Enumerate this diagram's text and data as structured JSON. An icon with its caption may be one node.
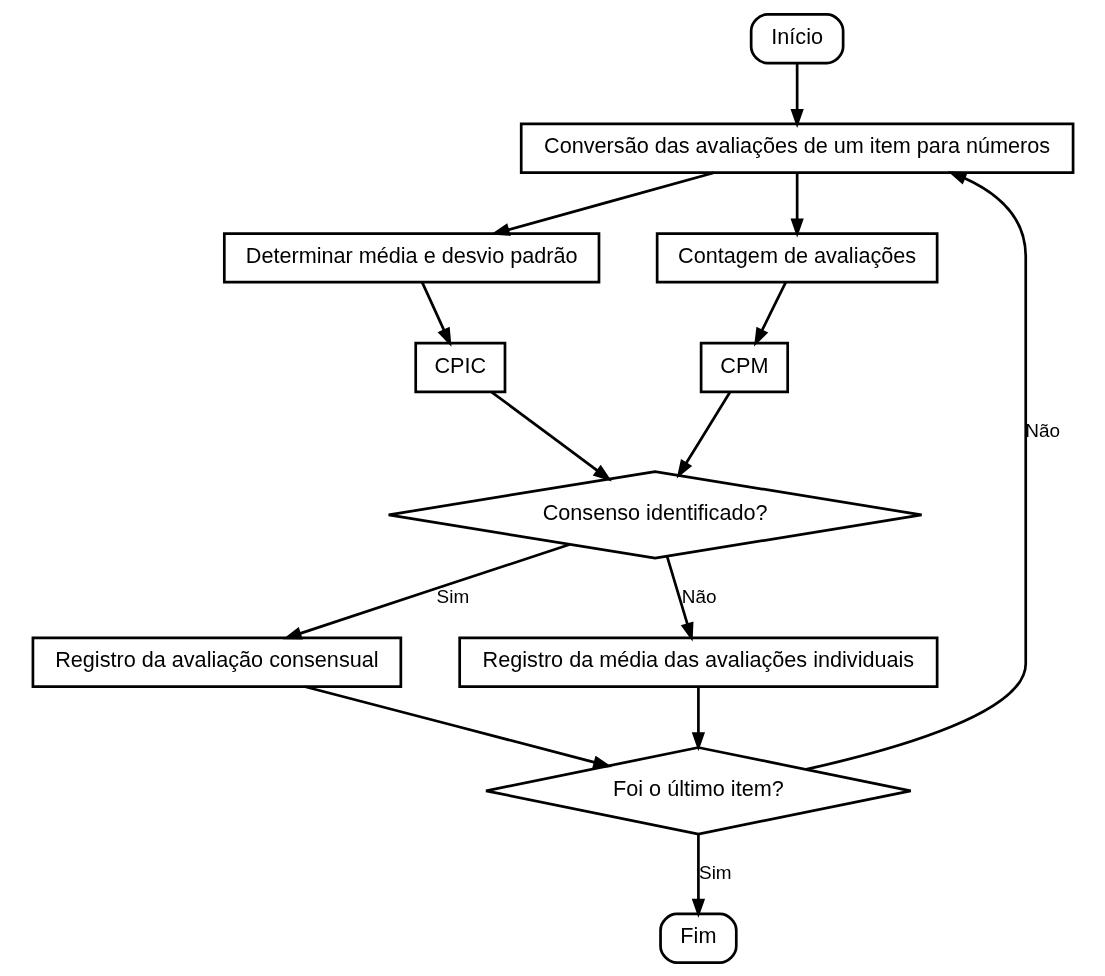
{
  "diagram": {
    "nodes": [
      {
        "text": [
          "Início"
        ]
      },
      {
        "text": [
          "Conversão das avaliações de um item para números"
        ]
      },
      {
        "text": [
          "Determinar média e desvio padrão"
        ]
      },
      {
        "text": [
          "CPIC"
        ]
      },
      {
        "text": [
          "Contagem de avaliações"
        ]
      },
      {
        "text": [
          "CPM"
        ]
      },
      {
        "text": [
          "Consenso identificado?"
        ]
      },
      {
        "text": [
          "Registro da avaliação consensual"
        ]
      },
      {
        "text": [
          "Registro da média das avaliações individuais"
        ]
      },
      {
        "text": [
          "Foi o último item?"
        ]
      },
      {
        "text": [
          "Fim"
        ]
      }
    ],
    "edges": [
      {
        "from": 0,
        "to": 1,
        "arrow": "to"
      },
      {
        "from": 1,
        "to": 2,
        "arrow": "to"
      },
      {
        "from": 2,
        "to": 3,
        "arrow": "to"
      },
      {
        "from": 1,
        "to": 4,
        "arrow": "to"
      },
      {
        "from": 4,
        "to": 5,
        "arrow": "to"
      },
      {
        "from": 3,
        "to": 6,
        "arrow": "to"
      },
      {
        "from": 5,
        "to": 6,
        "arrow": "to"
      },
      {
        "from": 6,
        "to": 7,
        "arrow": "to",
        "label": "Sim"
      },
      {
        "from": 6,
        "to": 8,
        "arrow": "to",
        "label": "Não"
      },
      {
        "from": 7,
        "to": 9,
        "arrow": "to"
      },
      {
        "from": 8,
        "to": 9,
        "arrow": "to"
      },
      {
        "from": 9,
        "to": 10,
        "arrow": "to",
        "label": "Sim"
      },
      {
        "from": 9,
        "to": 1,
        "arrow": "to",
        "label": "Não"
      }
    ]
  }
}
